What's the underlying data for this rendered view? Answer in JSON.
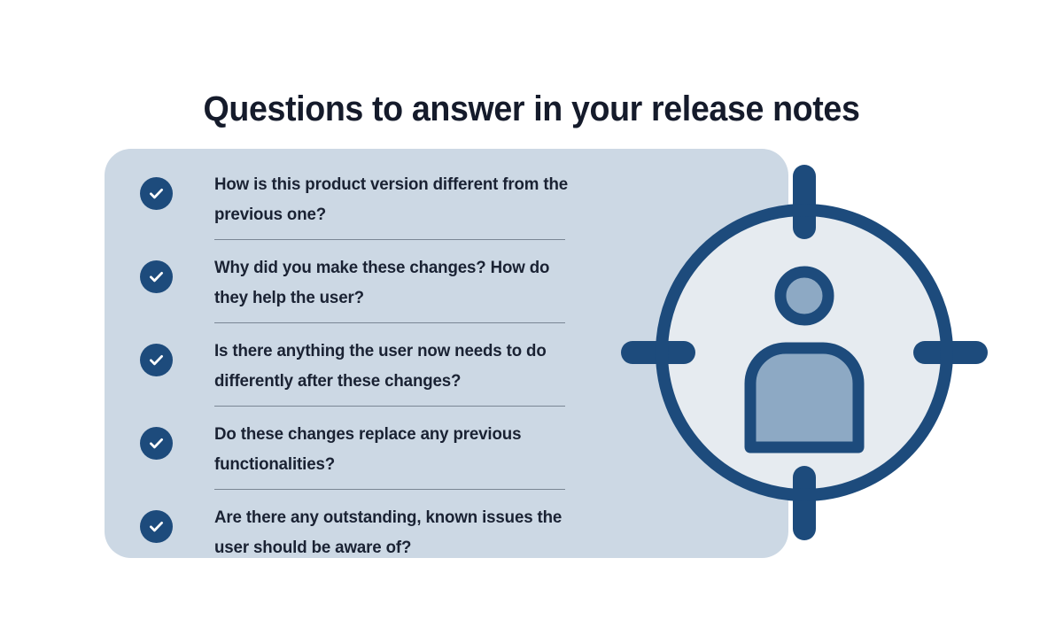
{
  "page": {
    "title": "Questions to answer in your release notes",
    "background_color": "#ffffff"
  },
  "theme": {
    "title_color": "#151b2b",
    "card_background": "#ccd8e4",
    "accent_navy": "#1d4b7c",
    "text_color": "#1a2233",
    "separator_color": "#7a8694",
    "target_circle_fill": "#e6ebf0",
    "person_fill": "#8da9c4"
  },
  "card": {
    "items": [
      {
        "icon": "check-circle-icon",
        "text": "How is this product version different from the previous one?"
      },
      {
        "icon": "check-circle-icon",
        "text": "Why did you make these changes? How do they help the user?"
      },
      {
        "icon": "check-circle-icon",
        "text": "Is there anything the user now needs to do differently after these changes?"
      },
      {
        "icon": "check-circle-icon",
        "text": "Do these changes replace any previous functionalities?"
      },
      {
        "icon": "check-circle-icon",
        "text": "Are there any outstanding, known issues the user should be aware of?"
      }
    ]
  },
  "illustration": {
    "name": "target-audience-icon",
    "description": "crosshair target containing a person silhouette"
  }
}
